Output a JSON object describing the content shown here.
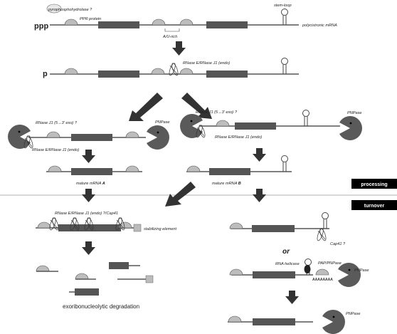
{
  "row1": {
    "ppp": "ppp",
    "pyrophosphohydrolase": "pyrophosphohydrolase ?",
    "ppr_protein": "PPR protein",
    "au_rich": "A/U-rich",
    "stem_loop": "stem-loop",
    "polycistronic": "polycistronic mRNA"
  },
  "row2": {
    "p": "p",
    "rnase_endo": "RNase E/RNase J1 (endo)"
  },
  "row3": {
    "rnase_exo": "RNase J1 (5→3' exo) ?",
    "rnase_endo": "RNase E/RNase J1 (endo)",
    "pnpase": "PNPase"
  },
  "row4": {
    "mature_a": "mature mRNA ",
    "a": "A",
    "mature_b": "mature mRNA ",
    "b": "B"
  },
  "phases": {
    "processing": "processing",
    "turnover": "turnover"
  },
  "row5": {
    "rnase_endo_cap41": "RNase E/RNase J1 (endo) ?/Cap41",
    "stabilizing": "stabilizing element",
    "cap41": "Cap41 ?",
    "or": "or"
  },
  "row6": {
    "degradation": "exoribonucleolytic degradation",
    "rna_helicase": "RNA helicase",
    "pap_pnpase": "PAP/PNPase",
    "polya": "AAAAAAAA",
    "pnpase": "PNPase"
  },
  "row7": {
    "pnpase": "PNPase"
  }
}
